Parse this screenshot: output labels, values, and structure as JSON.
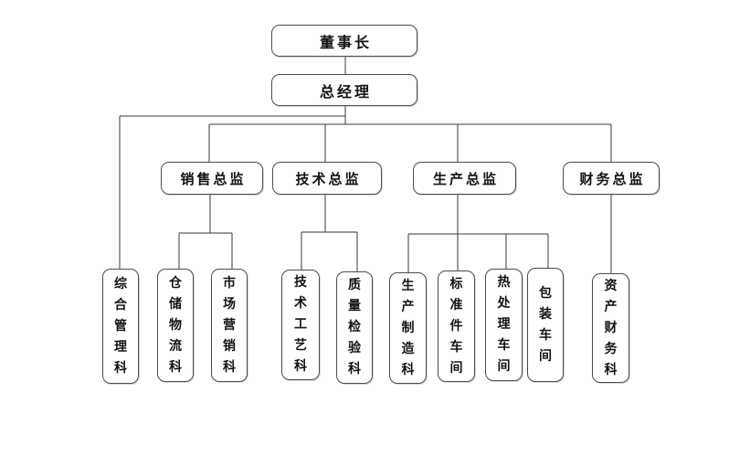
{
  "page": {
    "background_color": "#ffffff",
    "line_color": "#3a3a3a",
    "box_border_color": "#4c4c4c",
    "text_color": "#121212"
  },
  "chart_data": {
    "type": "org-chart",
    "title": "",
    "levels": [
      [
        "董事长"
      ],
      [
        "总经理"
      ],
      [
        "销售总监",
        "技术总监",
        "生产总监",
        "财务总监"
      ],
      [
        "综合管理科",
        "仓储物流科",
        "市场营销科",
        "技术工艺科",
        "质量检验科",
        "生产制造科",
        "标准件车间",
        "热处理车间",
        "包装车间",
        "资产财务科"
      ]
    ]
  },
  "org": {
    "nodes": {
      "chairman": {
        "label": "董事长",
        "orientation": "horizontal"
      },
      "general_manager": {
        "label": "总经理",
        "orientation": "horizontal"
      },
      "sales_director": {
        "label": "销售总监",
        "orientation": "horizontal"
      },
      "tech_director": {
        "label": "技术总监",
        "orientation": "horizontal"
      },
      "production_director": {
        "label": "生产总监",
        "orientation": "horizontal"
      },
      "finance_director": {
        "label": "财务总监",
        "orientation": "horizontal"
      },
      "general_management": {
        "label": "综合管理科",
        "orientation": "vertical"
      },
      "warehouse_logistics": {
        "label": "仓储物流科",
        "orientation": "vertical"
      },
      "marketing": {
        "label": "市场营销科",
        "orientation": "vertical"
      },
      "tech_process": {
        "label": "技术工艺科",
        "orientation": "vertical"
      },
      "quality_inspection": {
        "label": "质量检验科",
        "orientation": "vertical"
      },
      "production_manufacturing": {
        "label": "生产制造科",
        "orientation": "vertical"
      },
      "standard_parts": {
        "label": "标准件车间",
        "orientation": "vertical"
      },
      "heat_treatment": {
        "label": "热处理车间",
        "orientation": "vertical"
      },
      "packaging": {
        "label": "包装车间",
        "orientation": "vertical"
      },
      "asset_finance": {
        "label": "资产财务科",
        "orientation": "vertical"
      }
    },
    "edges": [
      [
        "chairman",
        "general_manager"
      ],
      [
        "general_manager",
        "sales_director"
      ],
      [
        "general_manager",
        "tech_director"
      ],
      [
        "general_manager",
        "production_director"
      ],
      [
        "general_manager",
        "finance_director"
      ],
      [
        "general_manager",
        "general_management"
      ],
      [
        "sales_director",
        "warehouse_logistics"
      ],
      [
        "sales_director",
        "marketing"
      ],
      [
        "tech_director",
        "tech_process"
      ],
      [
        "tech_director",
        "quality_inspection"
      ],
      [
        "production_director",
        "production_manufacturing"
      ],
      [
        "production_director",
        "standard_parts"
      ],
      [
        "production_director",
        "heat_treatment"
      ],
      [
        "production_director",
        "packaging"
      ],
      [
        "finance_director",
        "asset_finance"
      ]
    ]
  }
}
